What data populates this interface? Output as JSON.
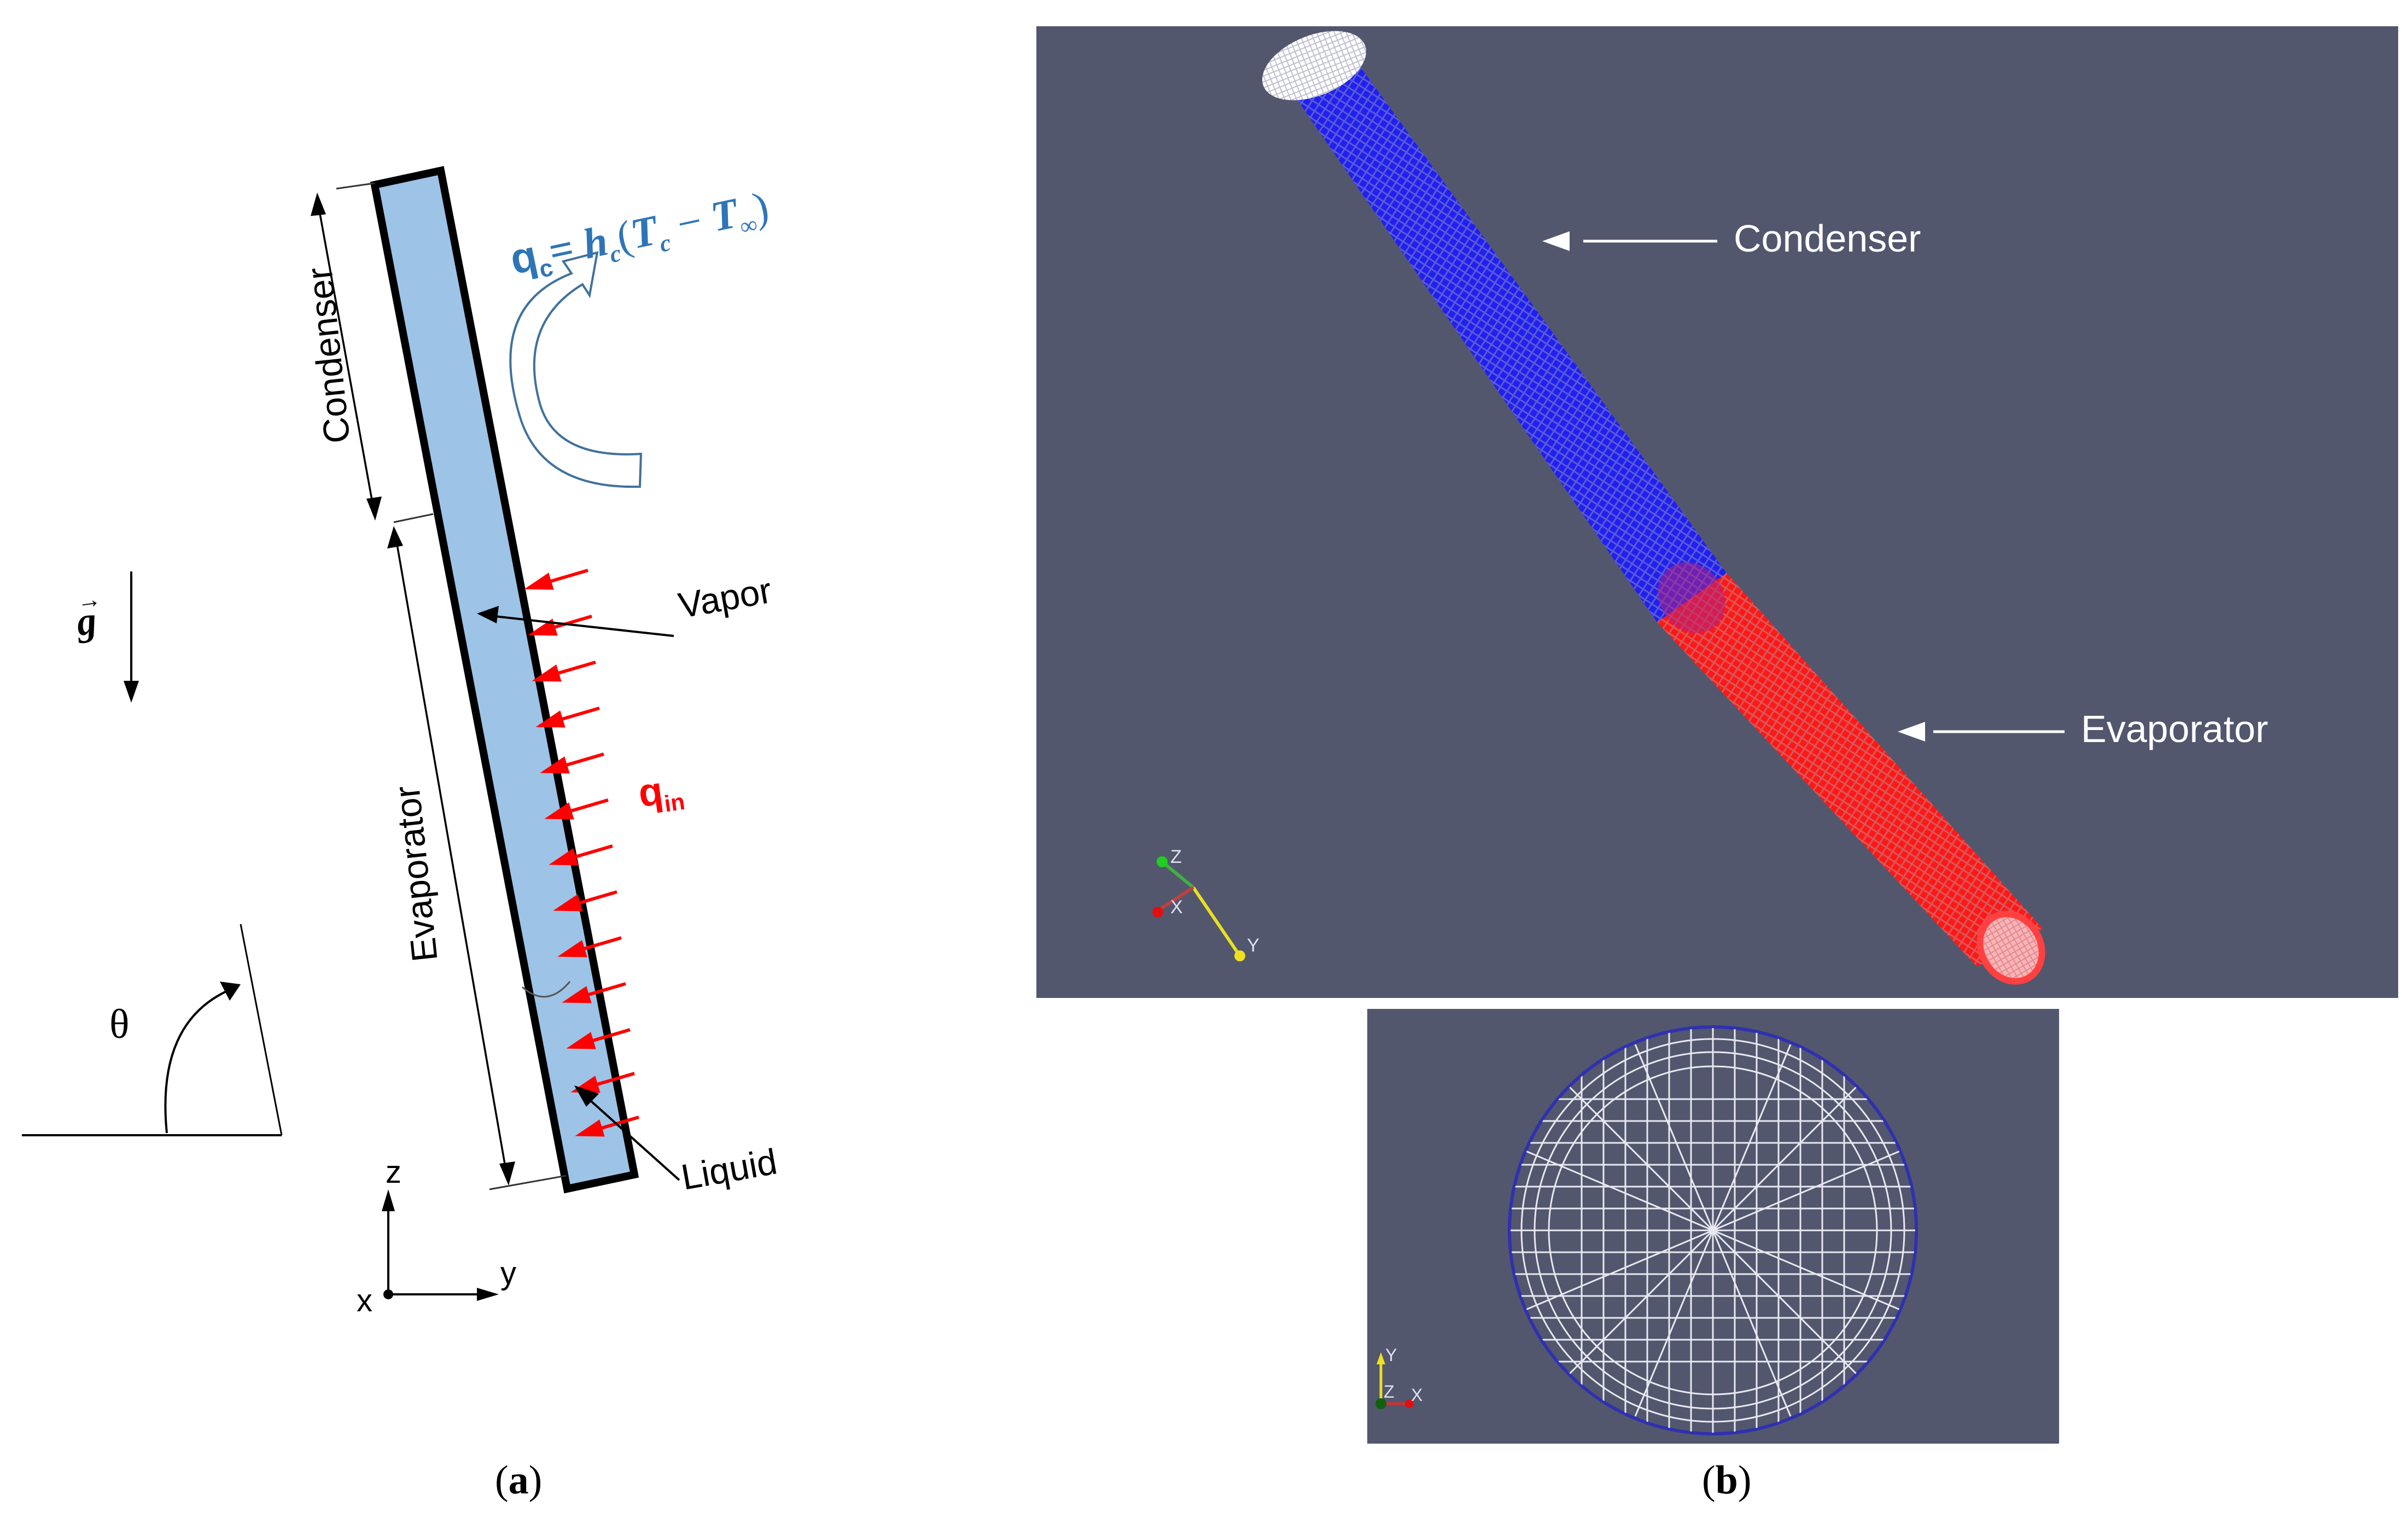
{
  "figure": {
    "panel_a": {
      "caption_letter": "a",
      "labels": {
        "condenser": "Condenser",
        "evaporator": "Evaporator",
        "vapor": "Vapor",
        "liquid": "Liquid",
        "gravity": "g",
        "angle": "θ",
        "heat_in_base": "q",
        "heat_in_sub": "in",
        "axis_z": "z",
        "axis_y": "y",
        "axis_x": "x"
      },
      "equation": {
        "q": "q",
        "q_sub": "c",
        "equals": "=",
        "h": "h",
        "h_sub": "c",
        "open": "(",
        "T1": "T",
        "T1_sub": "c",
        "minus": " − ",
        "T2": "T",
        "T2_sub": "∞",
        "close": ")"
      },
      "colors": {
        "tube_fill": "#9dc3e6",
        "tube_stroke": "#000000",
        "heat_arrows": "#ff0000",
        "equation": "#2e75b6",
        "arrow_outline": "#41719c"
      },
      "heat_arrow_count": 12
    },
    "panel_b": {
      "caption_letter": "b",
      "labels": {
        "condenser": "Condenser",
        "evaporator": "Evaporator"
      },
      "orientation_axes_3d": {
        "x": "X",
        "y": "Y",
        "z": "Z"
      },
      "orientation_axes_2d": {
        "x": "X",
        "y": "Y",
        "z": "Z"
      },
      "colors": {
        "background": "#52576e",
        "condenser_mesh": "#1414ff",
        "evaporator_mesh": "#ff1414",
        "mesh_lines": "#e8e8f0",
        "axis_x": "#e01010",
        "axis_y": "#e8e020",
        "axis_z": "#20c020"
      }
    }
  }
}
